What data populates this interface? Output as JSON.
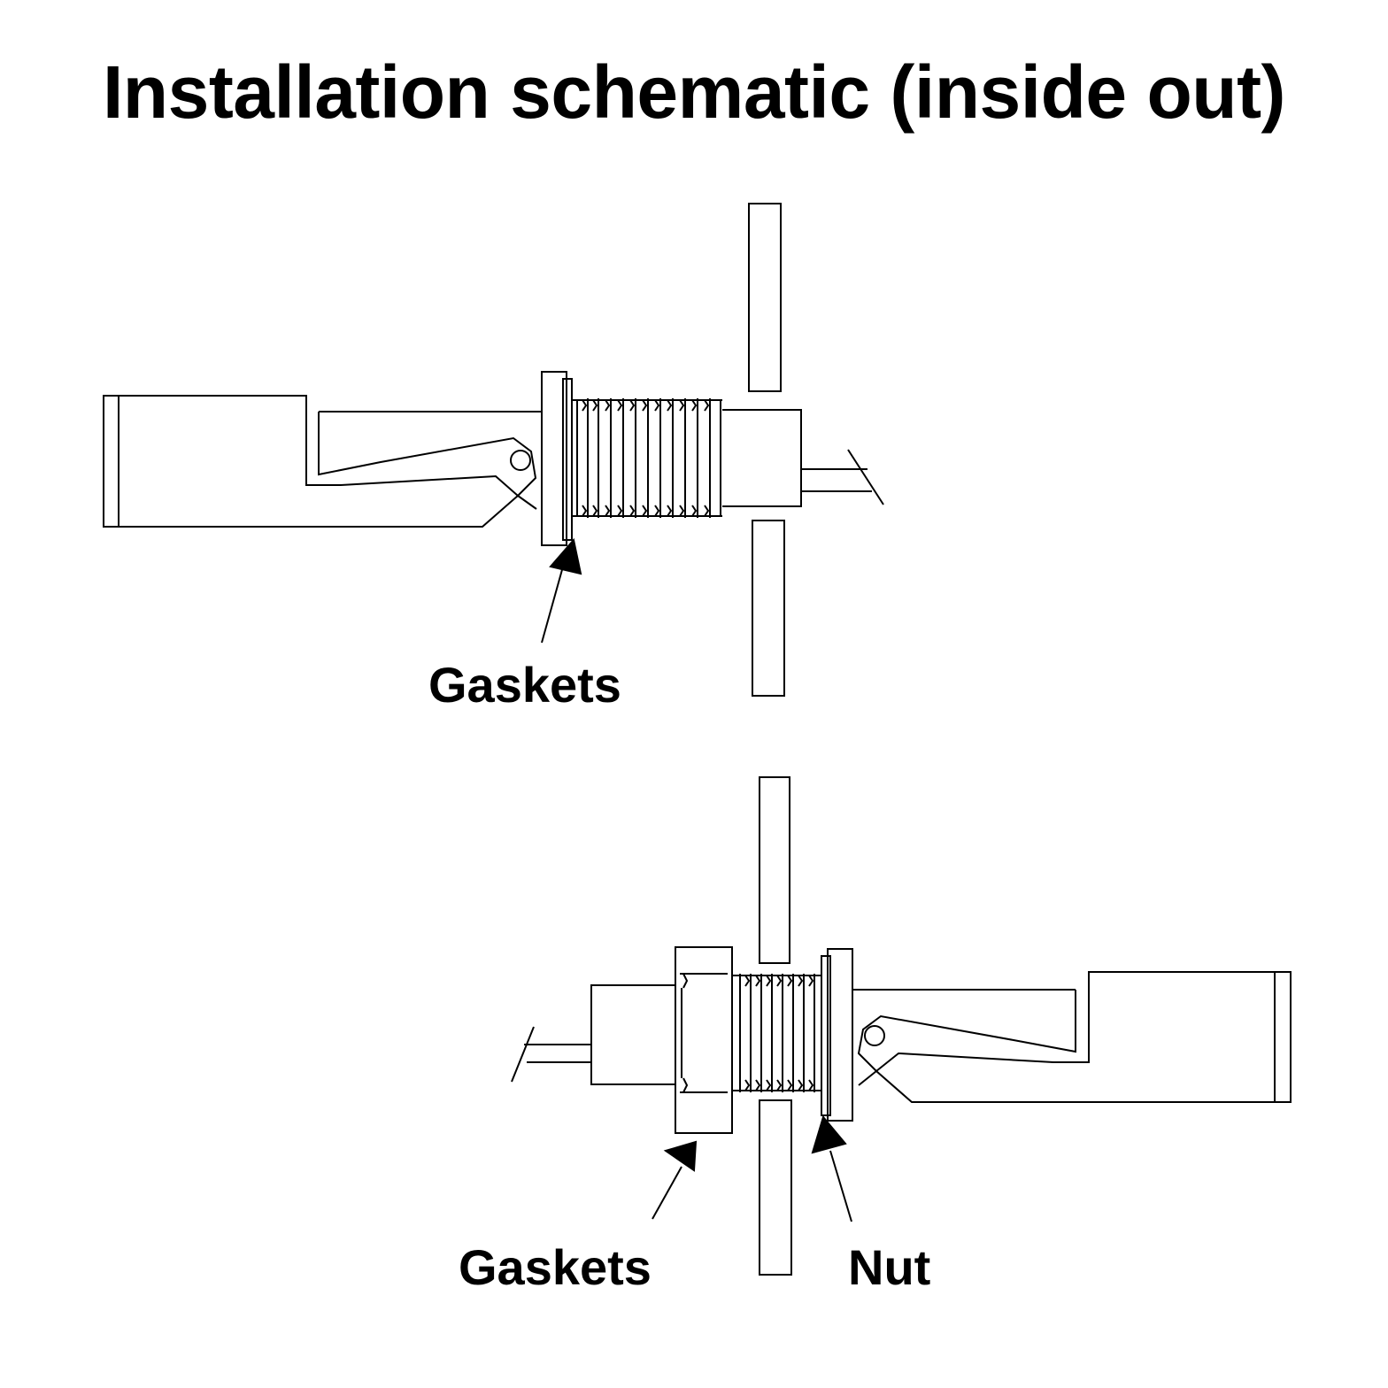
{
  "title": "Installation schematic (inside out)",
  "top_diagram": {
    "gasket_label": "Gaskets"
  },
  "bottom_diagram": {
    "gasket_label": "Gaskets",
    "nut_label": "Nut"
  },
  "colors": {
    "line": "#000000",
    "background": "#ffffff"
  }
}
